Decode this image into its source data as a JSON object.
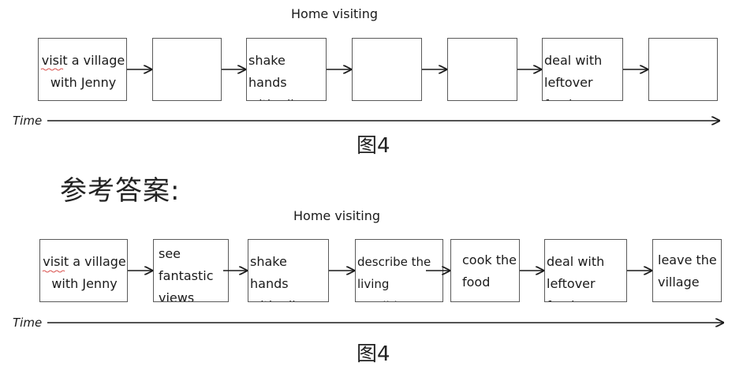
{
  "diagram_top": {
    "title": "Home visiting",
    "boxes": [
      "visit a village\nwith Jenny",
      "",
      "shake hands\nwith all",
      "",
      "",
      "deal with\nleftover food",
      ""
    ],
    "time_label": "Time",
    "figure_label": "图4"
  },
  "answer_heading": "参考答案:",
  "diagram_bottom": {
    "title": "Home visiting",
    "boxes": [
      "visit a village\nwith Jenny",
      "see\nfantastic\nviews",
      "shake hands\nwith all",
      "describe the\nliving condition",
      " cook the\nfood",
      "deal with\nleftover food",
      "leave the\nvillage"
    ],
    "time_label": "Time",
    "figure_label": "图4"
  }
}
